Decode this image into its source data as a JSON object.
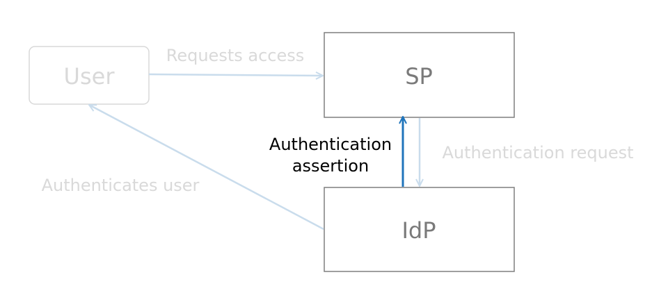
{
  "colors": {
    "faded_line": "#c9dcec",
    "active_line": "#1f74bb",
    "box_stroke": "#7f7f7f",
    "faded_box_stroke": "#d8d8d8",
    "node_text": "#7a7a7a",
    "faded_node_text": "#d9d9d9",
    "faded_label_text": "#d9d9d9",
    "active_label_text": "#000000"
  },
  "nodes": {
    "user": {
      "label": "User"
    },
    "sp": {
      "label": "SP"
    },
    "idp": {
      "label": "IdP"
    }
  },
  "edges": {
    "requests_access": {
      "label": "Requests access"
    },
    "authentication_request": {
      "label": "Authentication request"
    },
    "authentication_assertion": {
      "label_line1": "Authentication",
      "label_line2": "assertion"
    },
    "authenticates_user": {
      "label": "Authenticates user"
    }
  }
}
